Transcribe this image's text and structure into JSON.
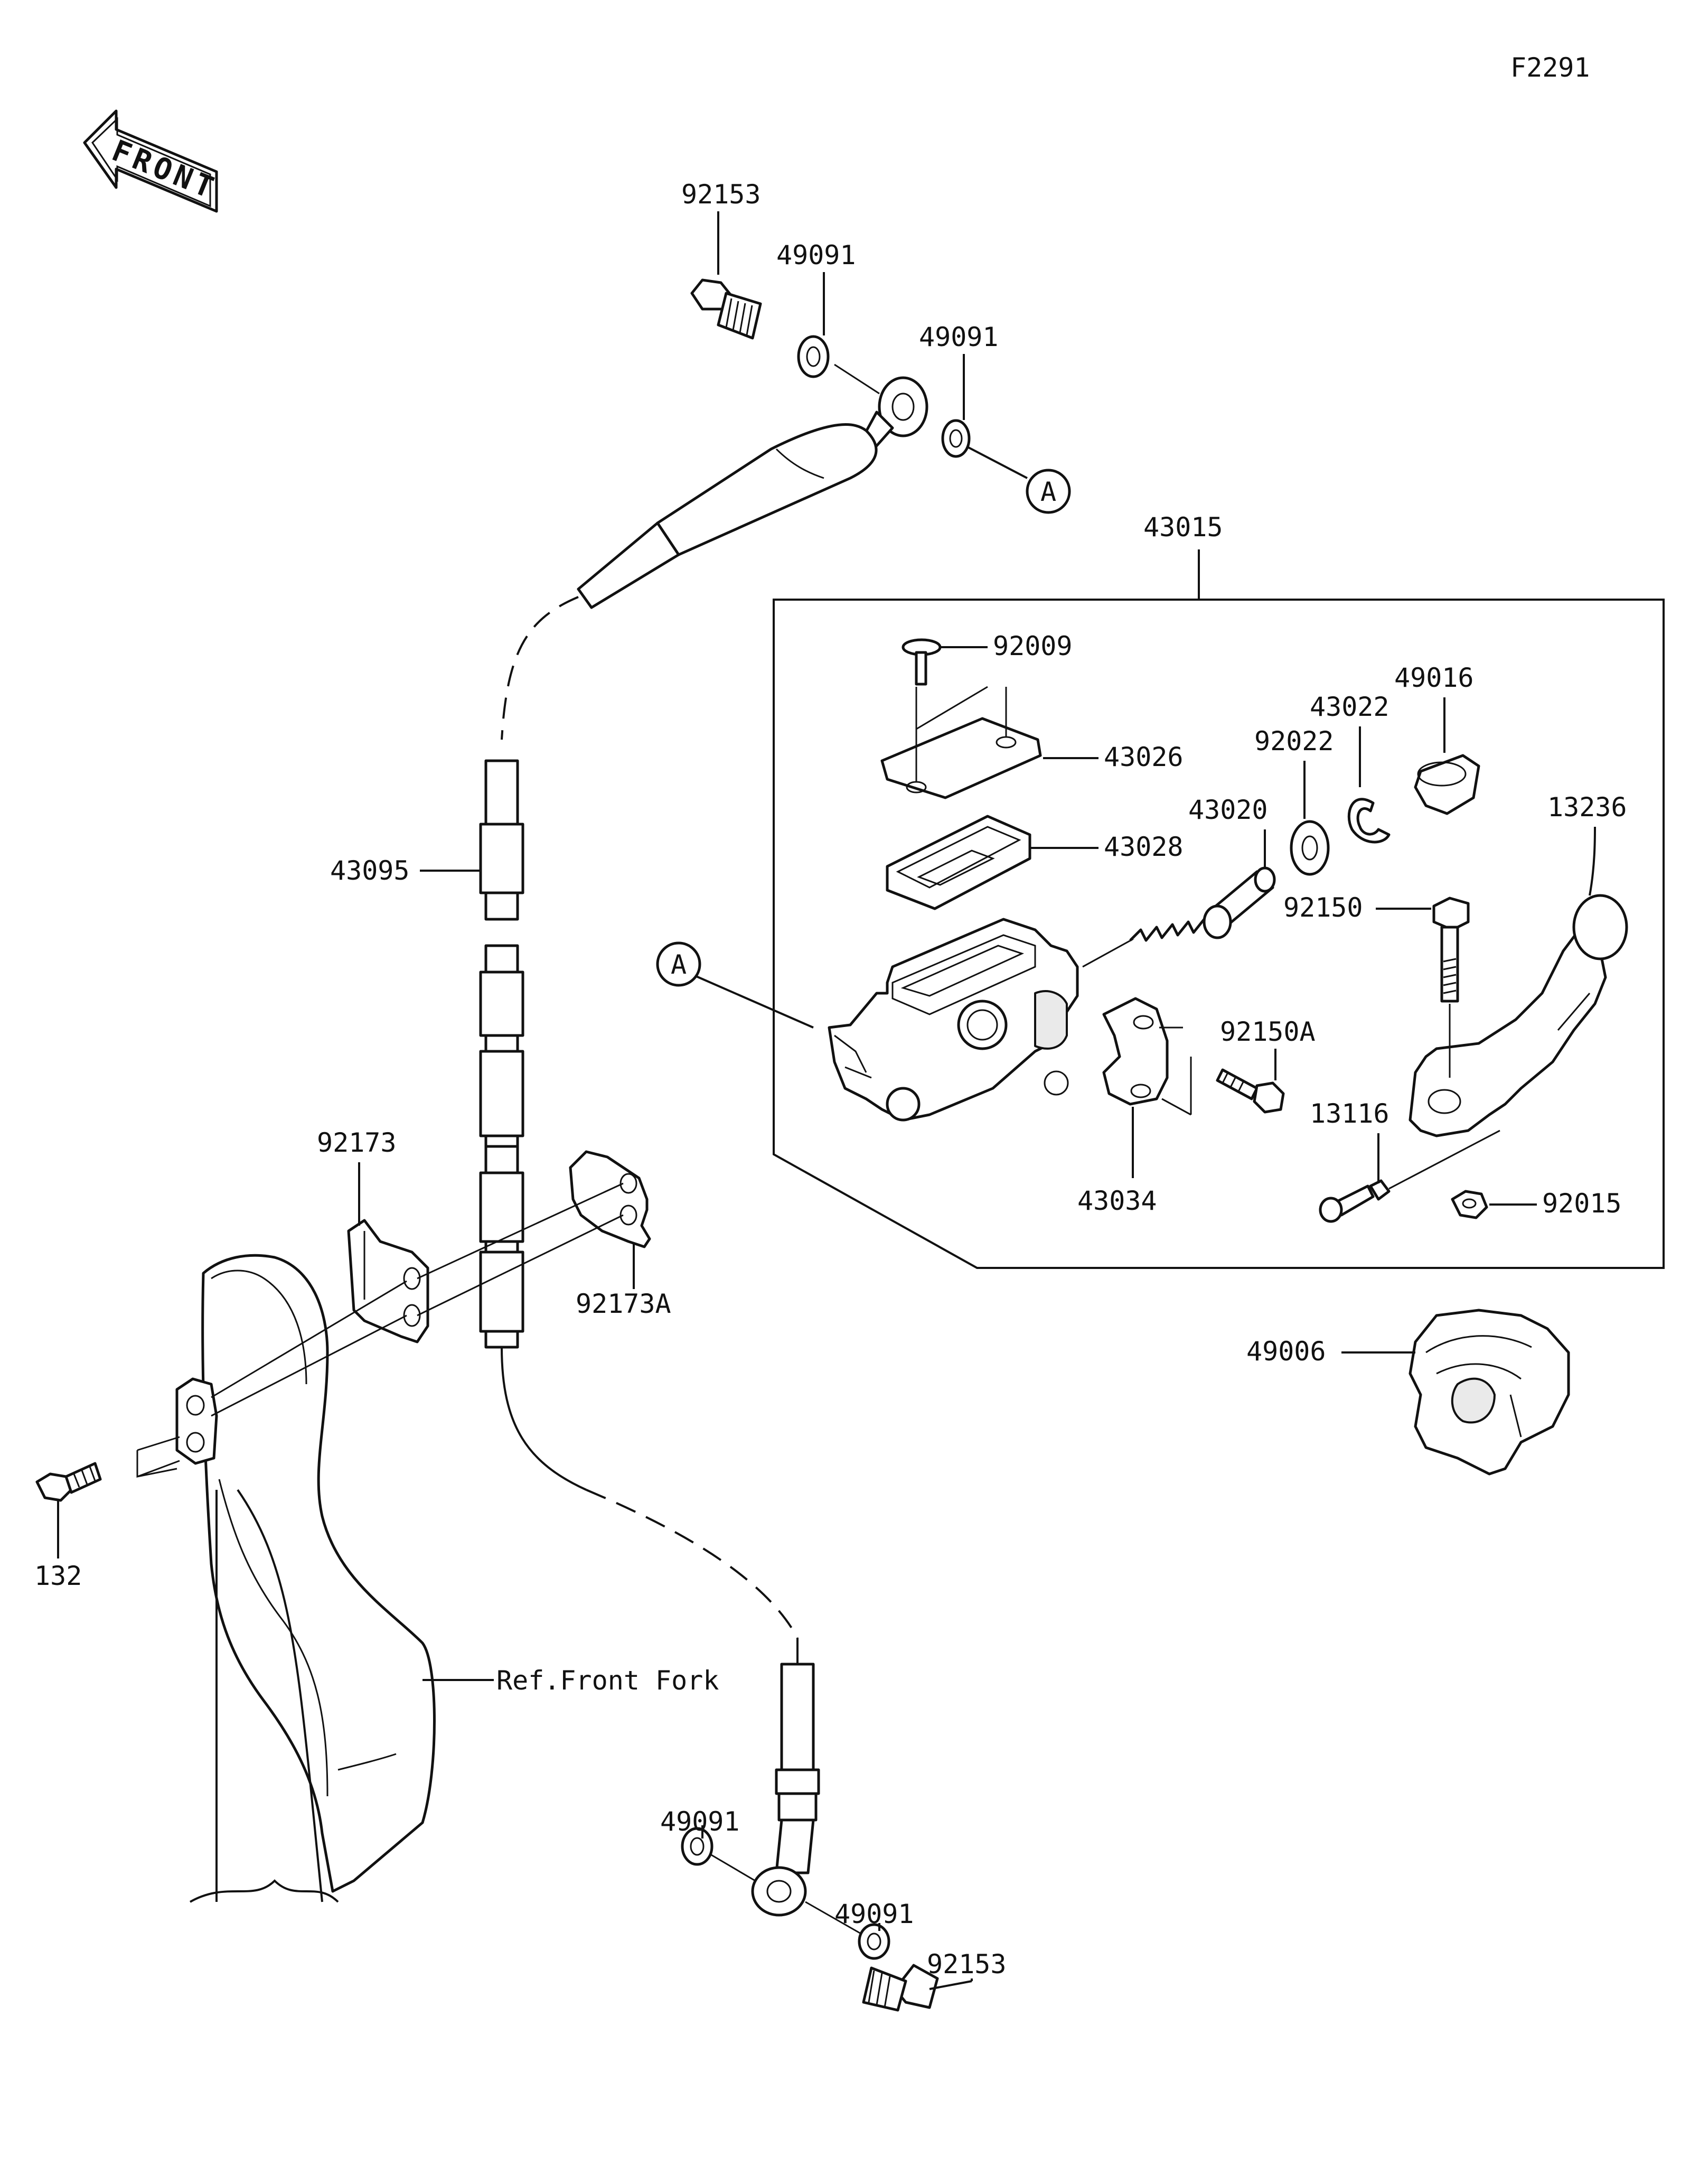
{
  "diagram_code": "F2291",
  "front_label": "FRONT",
  "callout_a": "A",
  "parts": {
    "p92153_top": "92153",
    "p49091_top1": "49091",
    "p49091_top2": "49091",
    "p43015": "43015",
    "p92009": "92009",
    "p43026": "43026",
    "p43028": "43028",
    "p43020": "43020",
    "p92022": "92022",
    "p43022": "43022",
    "p49016": "49016",
    "p13236": "13236",
    "p92150": "92150",
    "p92150A": "92150A",
    "p43034": "43034",
    "p13116": "13116",
    "p92015": "92015",
    "p49006": "49006",
    "p43095": "43095",
    "p92173": "92173",
    "p92173A": "92173A",
    "p132": "132",
    "ref_front_fork": "Ref.Front Fork",
    "p49091_bot1": "49091",
    "p49091_bot2": "49091",
    "p92153_bot": "92153"
  }
}
